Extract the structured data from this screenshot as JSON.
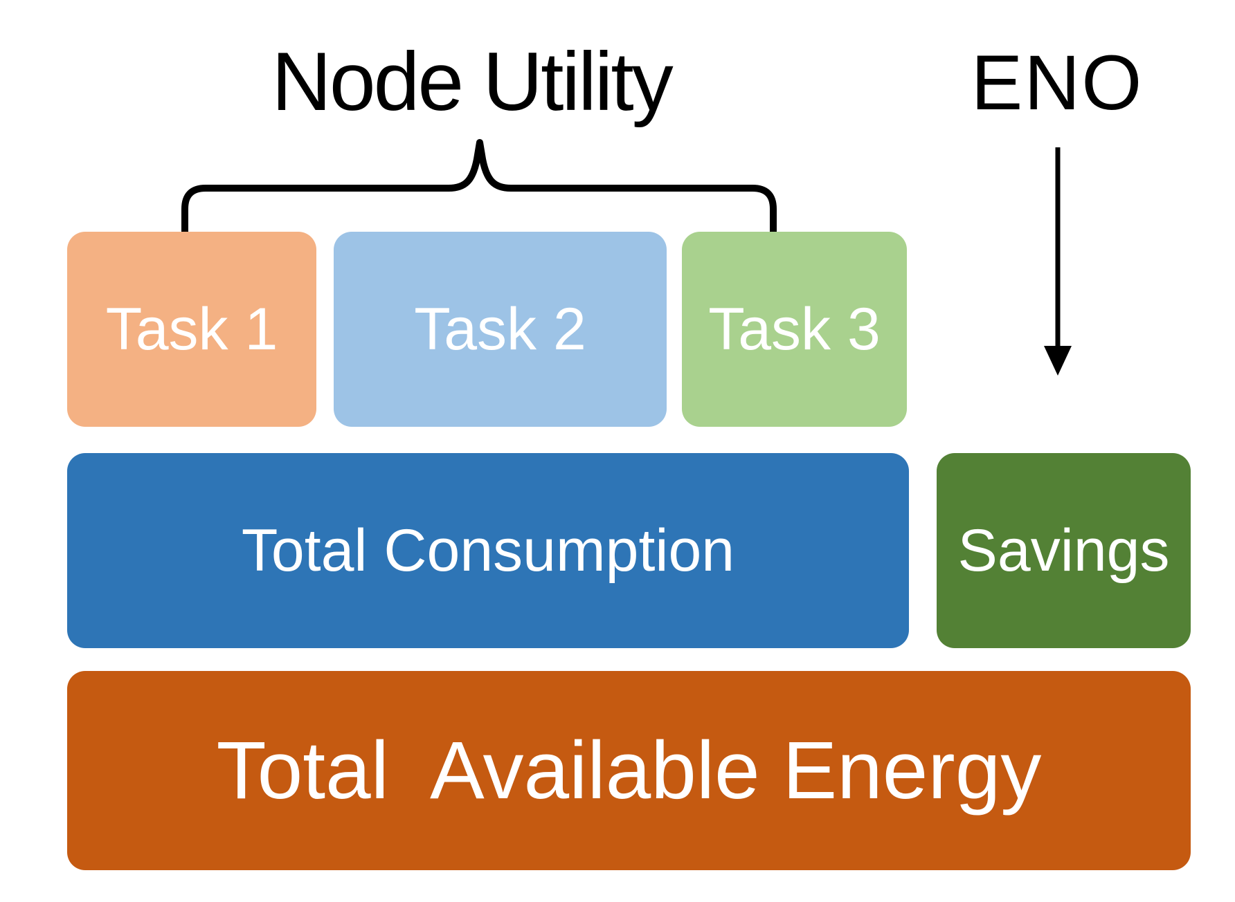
{
  "diagram": {
    "titles": {
      "node_utility": "Node Utility",
      "eno": "ENO"
    },
    "tasks": [
      {
        "label": "Task 1",
        "color": "#F4B183"
      },
      {
        "label": "Task 2",
        "color": "#9DC3E6"
      },
      {
        "label": "Task 3",
        "color": "#A9D18E"
      }
    ],
    "consumption": {
      "label": "Total Consumption",
      "color": "#2E75B6"
    },
    "savings": {
      "label": "Savings",
      "color": "#538135"
    },
    "available": {
      "label": "Total  Available Energy",
      "color": "#C55A11"
    },
    "label_text_color": "#FFFFFF",
    "title_text_color": "#000000",
    "line_color": "#000000"
  }
}
